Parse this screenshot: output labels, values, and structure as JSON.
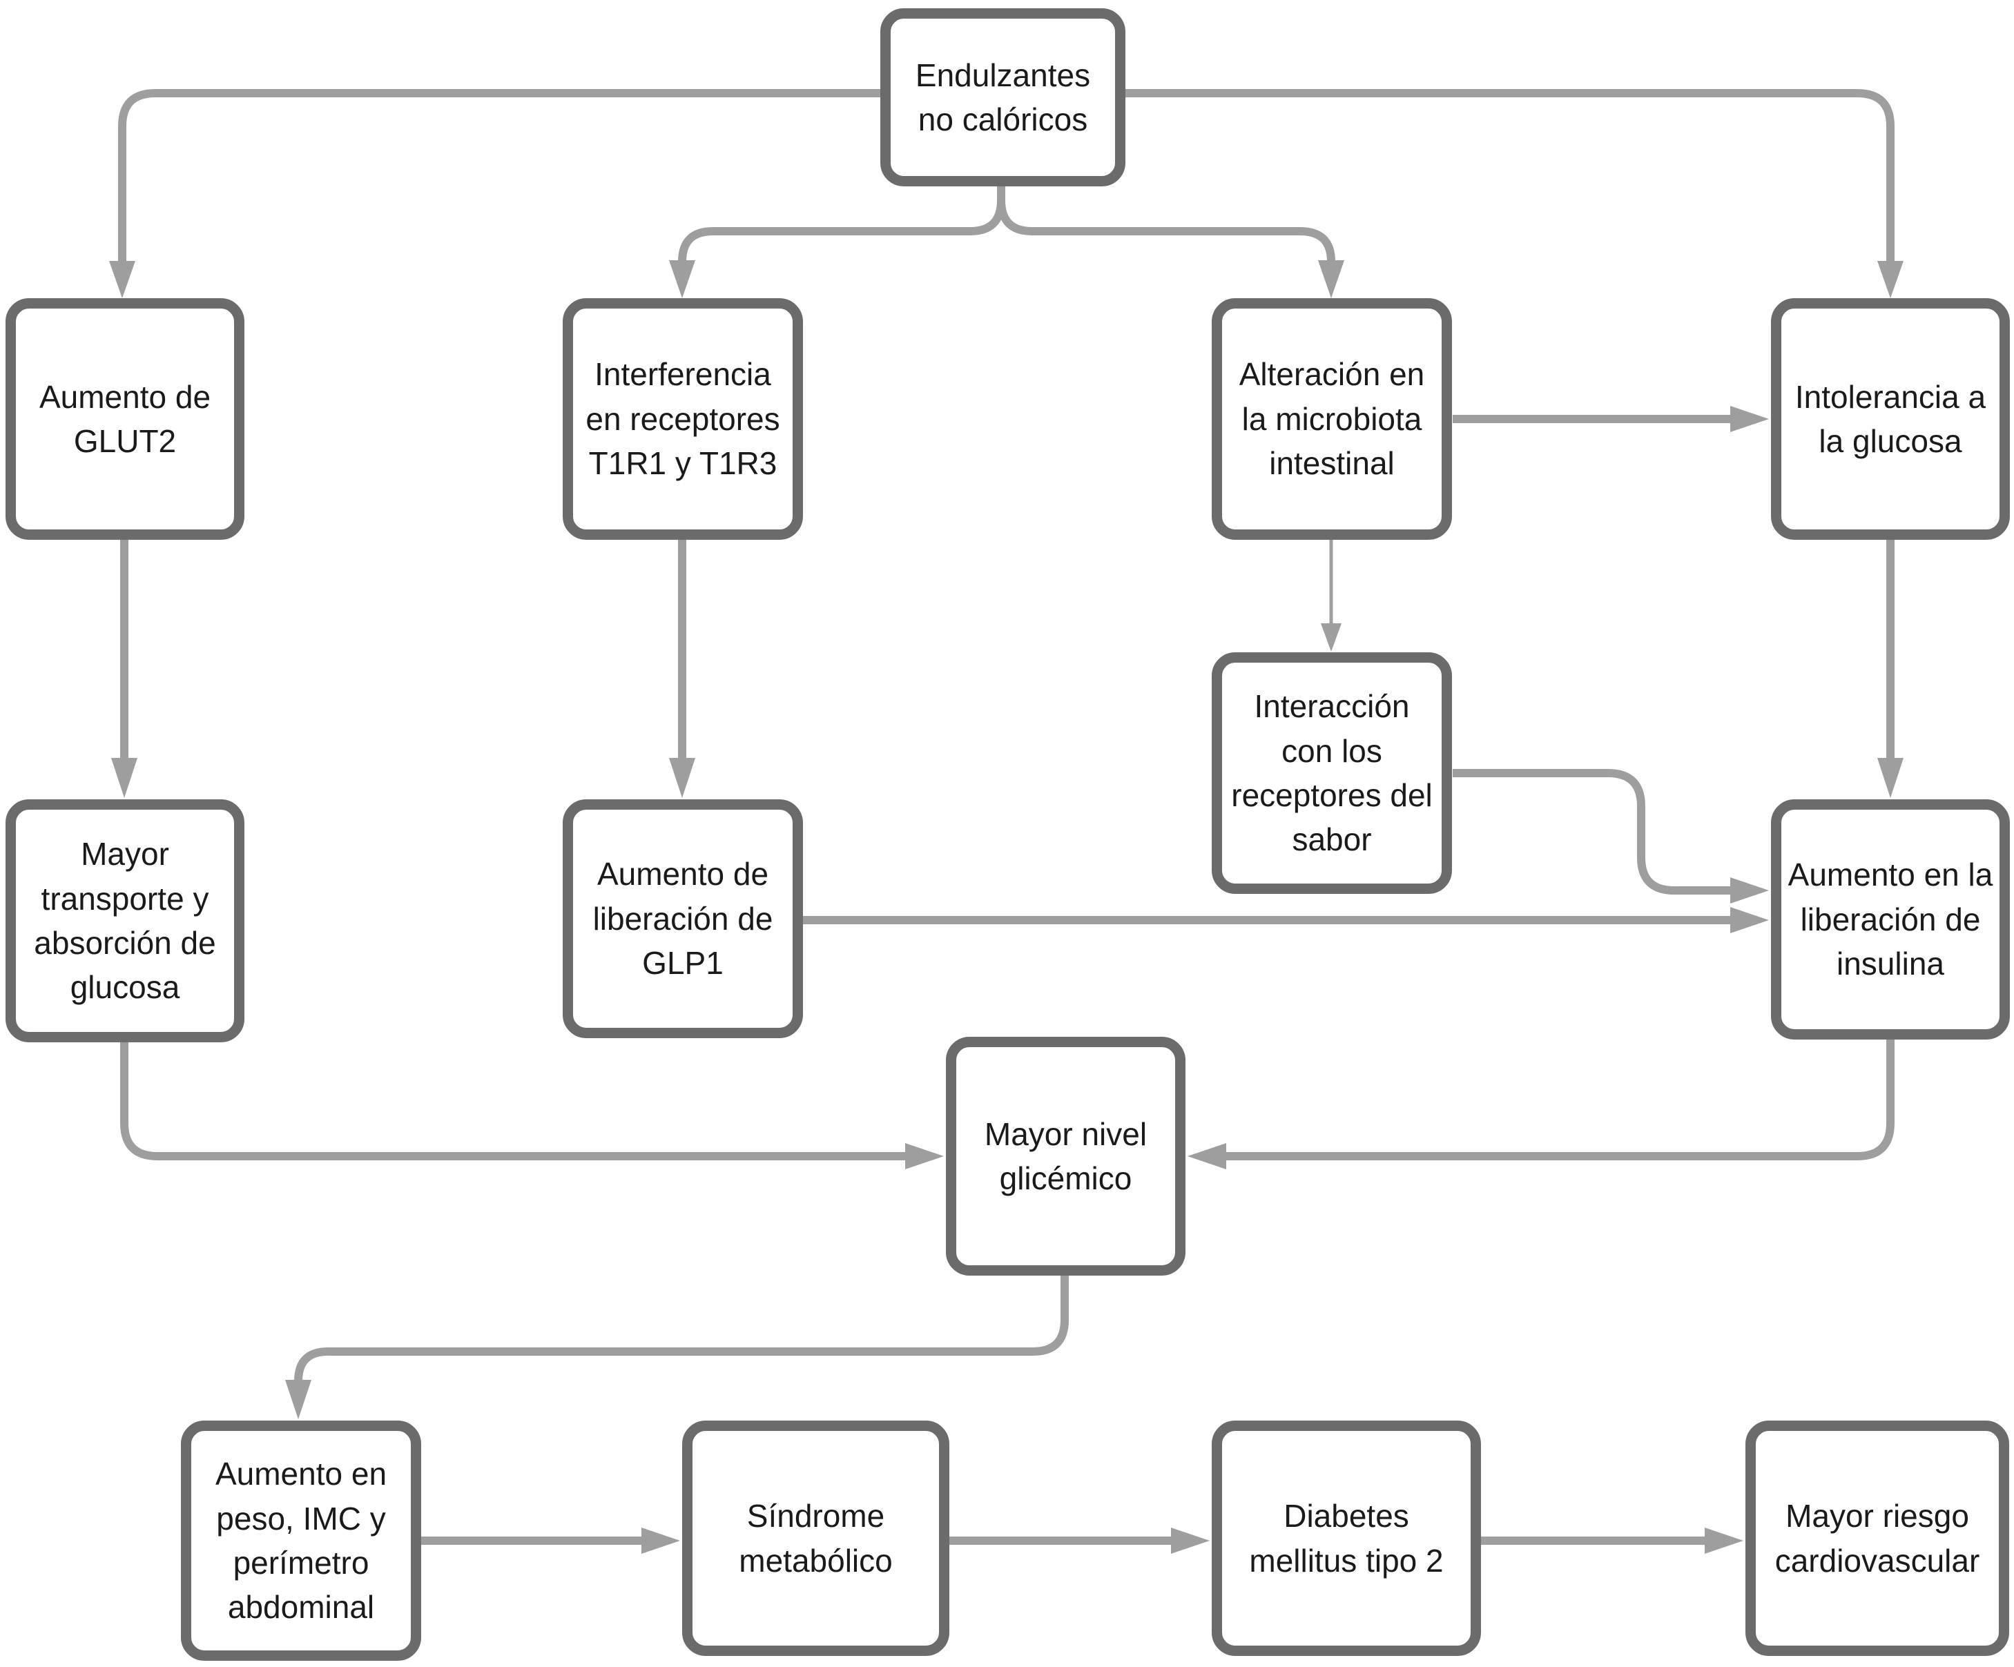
{
  "diagram": {
    "type": "flowchart",
    "nodes": {
      "endulzantes": {
        "label": "Endulzantes no calóricos"
      },
      "glut2": {
        "label": "Aumento de GLUT2"
      },
      "interferencia": {
        "label": "Interferencia en receptores T1R1 y T1R3"
      },
      "alteracion": {
        "label": "Alteración en la microbiota intestinal"
      },
      "intolerancia": {
        "label": "Intolerancia a la glucosa"
      },
      "interaccion": {
        "label": "Interacción con los receptores del sabor"
      },
      "transporte": {
        "label": "Mayor transporte y absorción de glucosa"
      },
      "glp1": {
        "label": "Aumento de liberación de GLP1"
      },
      "insulina": {
        "label": "Aumento en la liberación de insulina"
      },
      "glicemico": {
        "label": "Mayor nivel glicémico"
      },
      "peso": {
        "label": "Aumento en peso, IMC y perímetro abdominal"
      },
      "sindrome": {
        "label": "Síndrome metabólico"
      },
      "diabetes": {
        "label": "Diabetes mellitus tipo 2"
      },
      "riesgo": {
        "label": "Mayor riesgo cardiovascular"
      }
    },
    "edges": [
      {
        "from": "endulzantes",
        "to": "glut2"
      },
      {
        "from": "endulzantes",
        "to": "interferencia"
      },
      {
        "from": "endulzantes",
        "to": "alteracion"
      },
      {
        "from": "endulzantes",
        "to": "intolerancia"
      },
      {
        "from": "glut2",
        "to": "transporte"
      },
      {
        "from": "interferencia",
        "to": "glp1"
      },
      {
        "from": "alteracion",
        "to": "interaccion"
      },
      {
        "from": "alteracion",
        "to": "intolerancia"
      },
      {
        "from": "intolerancia",
        "to": "insulina"
      },
      {
        "from": "interaccion",
        "to": "insulina"
      },
      {
        "from": "glp1",
        "to": "insulina"
      },
      {
        "from": "transporte",
        "to": "glicemico"
      },
      {
        "from": "insulina",
        "to": "glicemico"
      },
      {
        "from": "glicemico",
        "to": "peso"
      },
      {
        "from": "peso",
        "to": "sindrome"
      },
      {
        "from": "sindrome",
        "to": "diabetes"
      },
      {
        "from": "diabetes",
        "to": "riesgo"
      }
    ],
    "colors": {
      "box_border": "#6b6b6b",
      "connector": "#9e9e9e",
      "text": "#1a1a1a",
      "background": "#ffffff"
    }
  }
}
